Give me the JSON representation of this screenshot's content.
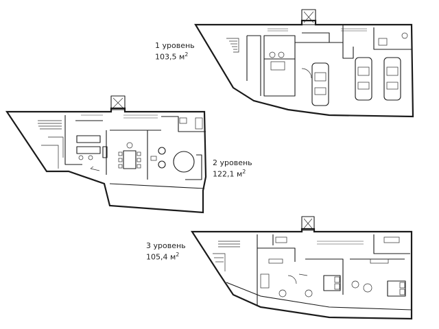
{
  "levels": [
    {
      "name": "1 уровень",
      "area": "103,5 м",
      "sup": "2"
    },
    {
      "name": "2 уровень",
      "area": "122,1 м",
      "sup": "2"
    },
    {
      "name": "3 уровень",
      "area": "105,4 м",
      "sup": "2"
    }
  ],
  "icons": {
    "car": "car-icon",
    "bed": "bed-icon",
    "stairs": "stairs-icon",
    "elevator": "elevator-icon"
  }
}
